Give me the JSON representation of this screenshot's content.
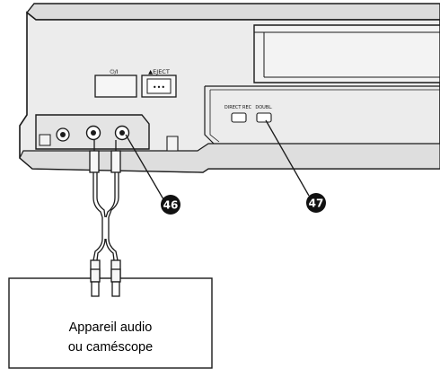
{
  "vcr": {
    "power_label": "⏻/I",
    "eject_label": "▲EJECT",
    "eject_dots": "•••",
    "button_left_label": "DIRECT REC",
    "button_right_label": "DOUBL."
  },
  "callouts": [
    {
      "number": "46"
    },
    {
      "number": "47"
    }
  ],
  "device_box": {
    "line1": "Appareil audio",
    "line2": "ou caméscope"
  },
  "colors": {
    "body": "#e8e8e8",
    "outline": "#1a1a1a",
    "dark_band": "#3a3a3a",
    "callout": "#111111"
  }
}
